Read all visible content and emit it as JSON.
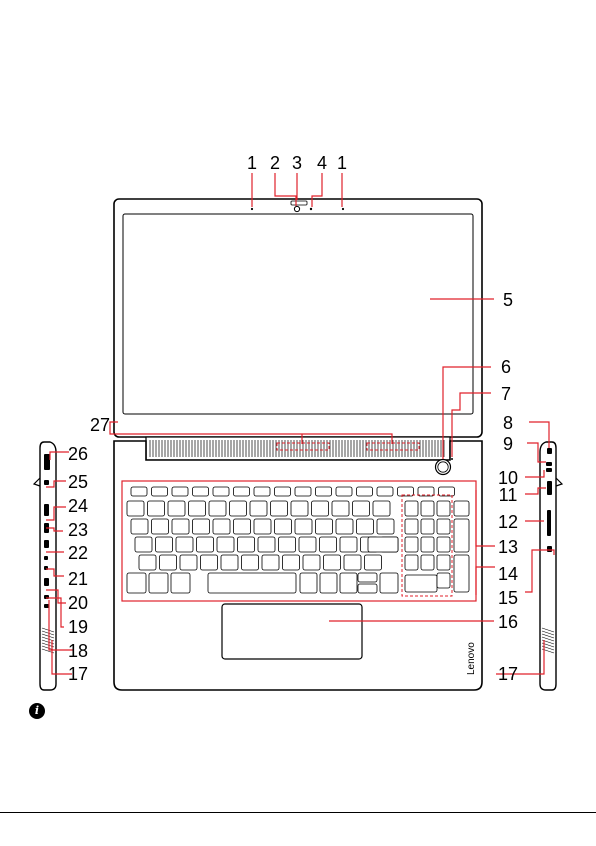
{
  "diagram": {
    "callouts": [
      "1",
      "2",
      "3",
      "4",
      "1",
      "5",
      "6",
      "7",
      "8",
      "9",
      "10",
      "11",
      "12",
      "13",
      "14",
      "15",
      "16",
      "17",
      "17",
      "18",
      "19",
      "20",
      "21",
      "22",
      "23",
      "24",
      "25",
      "26",
      "27"
    ],
    "brand_text": "Lenovo",
    "info_icon": "info-icon",
    "colors": {
      "ink": "#000000",
      "accent": "#e0212b",
      "screen": "#ffffff"
    }
  }
}
